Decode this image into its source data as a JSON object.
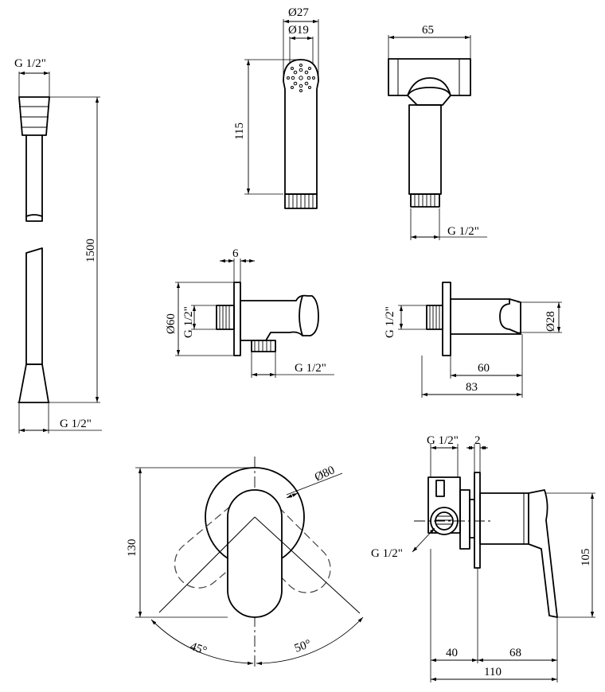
{
  "dimensions": {
    "hose_thread_top": "G 1/2\"",
    "hose_length": "1500",
    "hose_thread_bottom": "G 1/2\"",
    "sprayer_outer_diameter": "Ø27",
    "sprayer_inner_diameter": "Ø19",
    "sprayer_length": "115",
    "sprayer_head_width": "65",
    "sprayer_thread": "G 1/2\"",
    "elbow_flange_thickness": "6",
    "elbow_flange_diameter": "Ø60",
    "elbow_inlet_thread": "G 1/2\"",
    "elbow_outlet_thread": "G 1/2\"",
    "holder_thread": "G 1/2\"",
    "holder_cradle_diameter": "Ø28",
    "holder_projection": "60",
    "holder_total_length": "83",
    "mixer_rosette_diameter": "Ø80",
    "mixer_height": "130",
    "mixer_rotation_left": "45°",
    "mixer_rotation_right": "50°",
    "mixer_body_thread": "G 1/2\"",
    "mixer_plate_thickness": "2",
    "mixer_side_thread": "G 1/2\"",
    "mixer_side_height": "105",
    "mixer_depth_rear": "40",
    "mixer_depth_front": "68",
    "mixer_depth_total": "110"
  }
}
